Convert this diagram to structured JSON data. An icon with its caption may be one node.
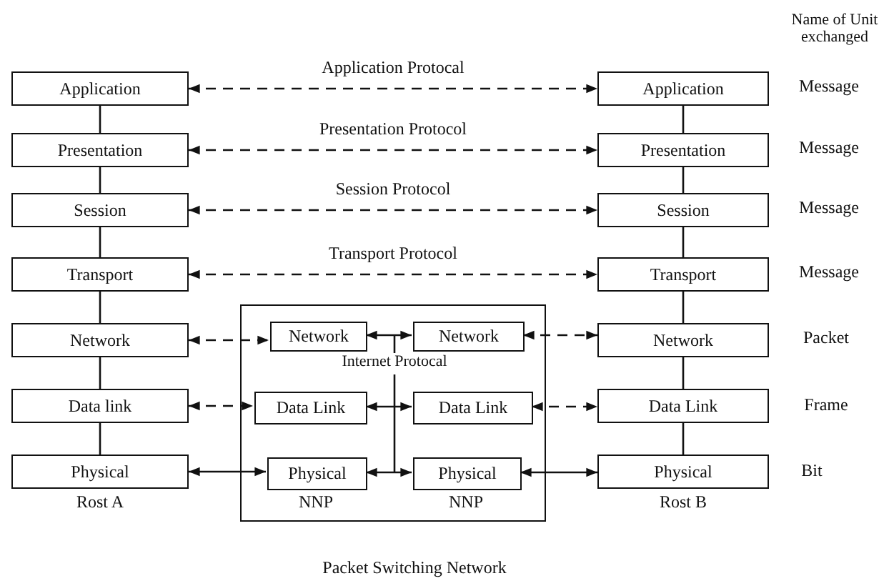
{
  "diagram": {
    "nodes": [
      {
        "text": [
          "Application"
        ]
      },
      {
        "text": [
          "Presentation"
        ]
      },
      {
        "text": [
          "Session"
        ]
      },
      {
        "text": [
          "Transport"
        ]
      },
      {
        "text": [
          "Network"
        ]
      },
      {
        "text": [
          "Data link"
        ]
      },
      {
        "text": [
          "Physical"
        ],
        "beside": [
          "Rost A"
        ]
      },
      {
        "text": [
          "Application"
        ]
      },
      {
        "text": [
          "Presentation"
        ]
      },
      {
        "text": [
          "Session"
        ]
      },
      {
        "text": [
          "Transport"
        ]
      },
      {
        "text": [
          "Network"
        ]
      },
      {
        "text": [
          "Data Link"
        ]
      },
      {
        "text": [
          "Physical"
        ],
        "beside": [
          "Rost B"
        ]
      },
      {
        "text": [],
        "shape": "box",
        "beside": [
          "Packet Switching Network"
        ]
      },
      {
        "text": [
          "Network"
        ],
        "in": 14
      },
      {
        "text": [
          "Network"
        ],
        "in": 14
      },
      {
        "text": [
          "Data Link"
        ],
        "in": 14
      },
      {
        "text": [
          "Data Link"
        ],
        "in": 14
      },
      {
        "text": [
          "Physical"
        ],
        "in": 14,
        "beside": [
          "NNP"
        ]
      },
      {
        "text": [
          "Physical"
        ],
        "in": 14,
        "beside": [
          "NNP"
        ]
      }
    ],
    "edges": [
      {
        "from": 0,
        "to": 1,
        "arrow": "none"
      },
      {
        "from": 1,
        "to": 2,
        "arrow": "none"
      },
      {
        "from": 2,
        "to": 3,
        "arrow": "none"
      },
      {
        "from": 3,
        "to": 4,
        "arrow": "none"
      },
      {
        "from": 4,
        "to": 5,
        "arrow": "none"
      },
      {
        "from": 5,
        "to": 6,
        "arrow": "none"
      },
      {
        "from": 7,
        "to": 8,
        "arrow": "none"
      },
      {
        "from": 8,
        "to": 9,
        "arrow": "none"
      },
      {
        "from": 9,
        "to": 10,
        "arrow": "none"
      },
      {
        "from": 10,
        "to": 11,
        "arrow": "none"
      },
      {
        "from": 11,
        "to": 12,
        "arrow": "none"
      },
      {
        "from": 12,
        "to": 13,
        "arrow": "none"
      },
      {
        "from": 0,
        "to": 7,
        "arrow": "both",
        "style": "dashed",
        "label": "Application Protocal"
      },
      {
        "from": 1,
        "to": 8,
        "arrow": "both",
        "style": "dashed",
        "label": "Presentation Protocol"
      },
      {
        "from": 2,
        "to": 9,
        "arrow": "both",
        "style": "dashed",
        "label": "Session Protocol"
      },
      {
        "from": 3,
        "to": 10,
        "arrow": "both",
        "style": "dashed",
        "label": "Transport Protocol"
      },
      {
        "from": 4,
        "to": 15,
        "arrow": "both",
        "style": "dashed"
      },
      {
        "from": 15,
        "to": 16,
        "arrow": "both"
      },
      {
        "from": 16,
        "to": 11,
        "arrow": "both",
        "style": "dashed"
      },
      {
        "from": 5,
        "to": 17,
        "arrow": "both",
        "style": "dashed"
      },
      {
        "from": 17,
        "to": 18,
        "arrow": "both"
      },
      {
        "from": 18,
        "to": 12,
        "arrow": "both",
        "style": "dashed"
      },
      {
        "from": 6,
        "to": 19,
        "arrow": "both"
      },
      {
        "from": 19,
        "to": 20,
        "arrow": "both"
      },
      {
        "from": 20,
        "to": 13,
        "arrow": "both"
      }
    ],
    "labels": [
      "Name of Unit exchanged",
      "Message",
      "Message",
      "Message",
      "Message",
      "Packet",
      "Internet Protocal",
      "Frame",
      "Bit"
    ]
  }
}
